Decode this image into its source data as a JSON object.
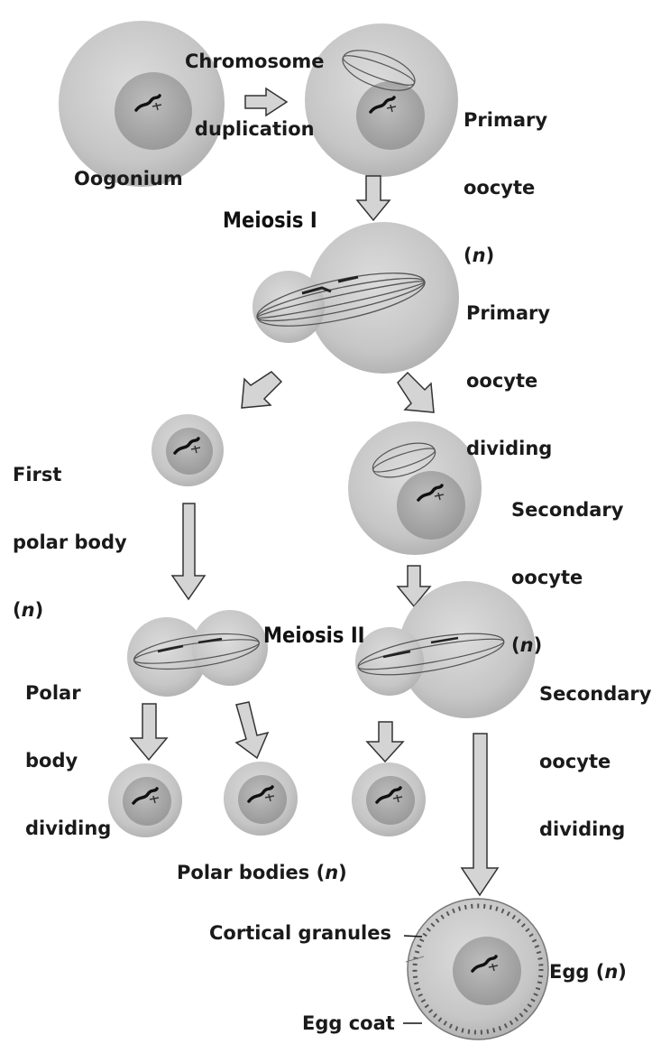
{
  "labels": {
    "chromosome_duplication_1": "Chromosome",
    "chromosome_duplication_2": "duplication",
    "oogonium": "Oogonium",
    "primary_oocyte_1": "Primary",
    "primary_oocyte_2": "oocyte",
    "primary_oocyte_n": "n",
    "meiosis_1": "Meiosis I",
    "primary_dividing_1": "Primary",
    "primary_dividing_2": "oocyte",
    "primary_dividing_3": "dividing",
    "first_polar_1": "First",
    "first_polar_2": "polar body",
    "first_polar_n": "n",
    "secondary_oocyte_1": "Secondary",
    "secondary_oocyte_2": "oocyte",
    "secondary_oocyte_n": "n",
    "meiosis_2": "Meiosis II",
    "polar_dividing_1": "Polar",
    "polar_dividing_2": "body",
    "polar_dividing_3": "dividing",
    "secondary_dividing_1": "Secondary",
    "secondary_dividing_2": "oocyte",
    "secondary_dividing_3": "dividing",
    "polar_bodies": "Polar bodies",
    "polar_bodies_n": "n",
    "cortical_granules": "Cortical granules",
    "egg": "Egg",
    "egg_n": "n",
    "egg_coat": "Egg coat"
  },
  "colors": {
    "cell": "#c9c9c9",
    "nucleus": "#a9a9a9",
    "arrow": "#cfcfcf",
    "outline": "#333333"
  }
}
